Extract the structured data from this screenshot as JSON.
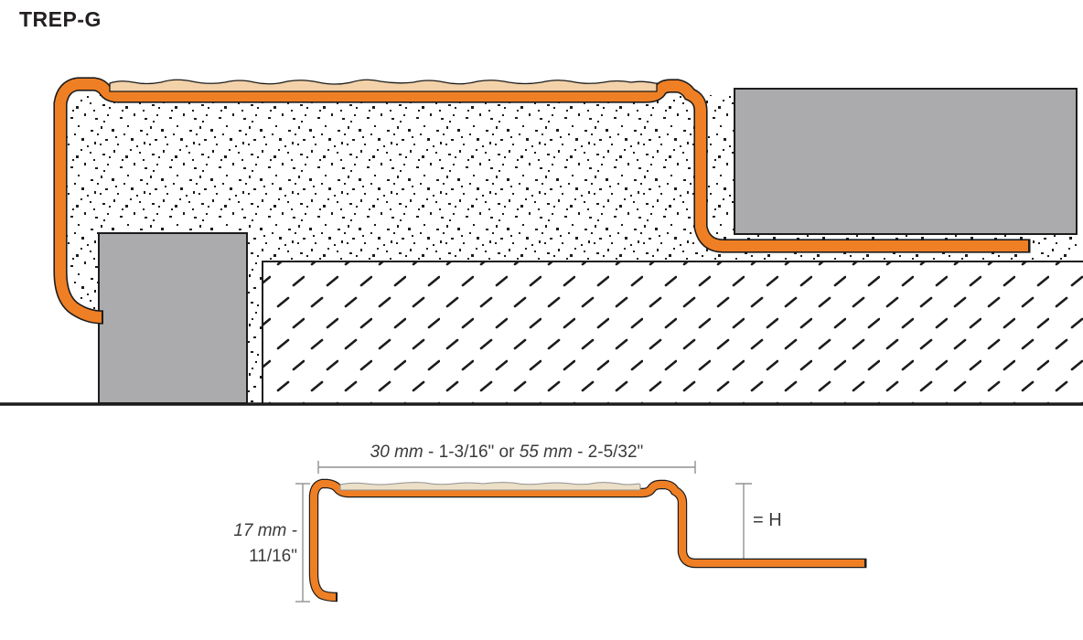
{
  "title": "TREP-G",
  "colors": {
    "background": "#FFFFFF",
    "profile_orange": "#EF7F24",
    "tread_insert_tan": "#F3D2A9",
    "tread_insert_tan_light": "#ECDFC8",
    "tile_gray": "#ABABAD",
    "outline_black": "#1C1C1C",
    "dimension_line_gray": "#919191",
    "dimension_text": "#3B3B3B",
    "title_text": "#231F20"
  },
  "profile_diagram": {
    "width_dimension": {
      "segments": [
        {
          "text": "30 mm",
          "italic": true
        },
        {
          "text": " - 1-3/16\" or ",
          "italic": false
        },
        {
          "text": "55 mm",
          "italic": true
        },
        {
          "text": " - 2-5/32\"",
          "italic": false
        }
      ]
    },
    "height_dimension": {
      "line1_segments": [
        {
          "text": "17 mm -",
          "italic": true
        }
      ],
      "line2_segments": [
        {
          "text": "11/16\"",
          "italic": false
        }
      ]
    },
    "h_label": "= H"
  }
}
